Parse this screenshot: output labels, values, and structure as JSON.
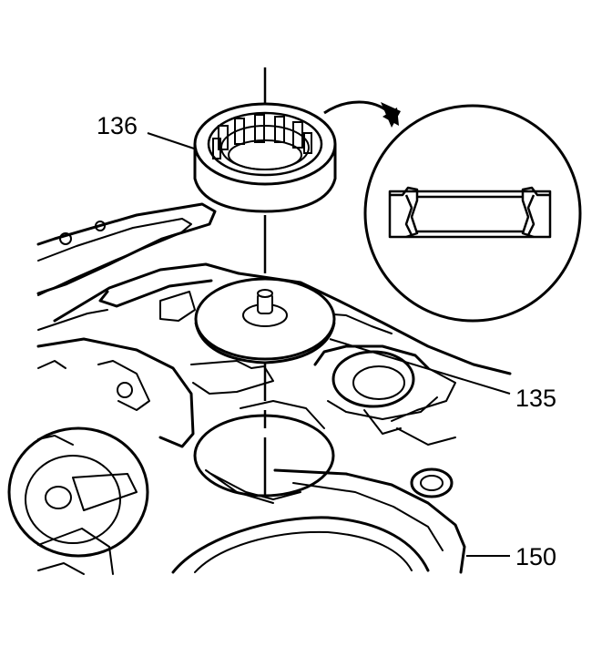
{
  "callouts": {
    "bearing": "136",
    "thrust_washer": "135",
    "housing": "150"
  },
  "colors": {
    "ink": "#000000",
    "paper": "#ffffff",
    "shade": "#e8e8e8"
  }
}
